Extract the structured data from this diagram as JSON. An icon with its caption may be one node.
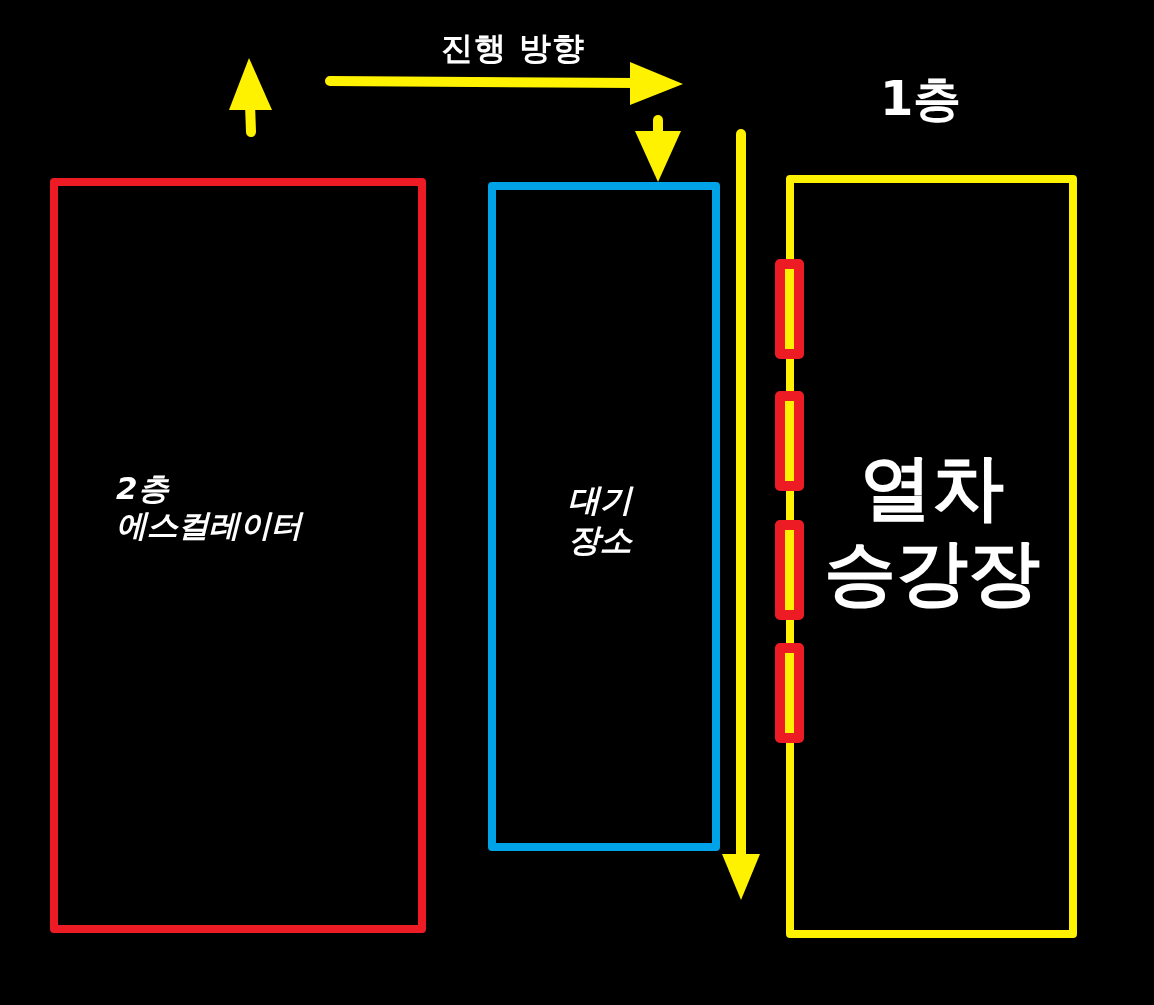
{
  "diagram": {
    "nodes": [
      {
        "text": [
          "2층 에스컬레이터"
        ]
      },
      {
        "text": [
          "대기 장소"
        ]
      },
      {
        "text": [
          "열차 승강장"
        ]
      }
    ],
    "edges": [
      {
        "from": null,
        "to": 1,
        "arrow": "to"
      }
    ],
    "labels": [
      "진행 방향",
      "1층"
    ]
  }
}
